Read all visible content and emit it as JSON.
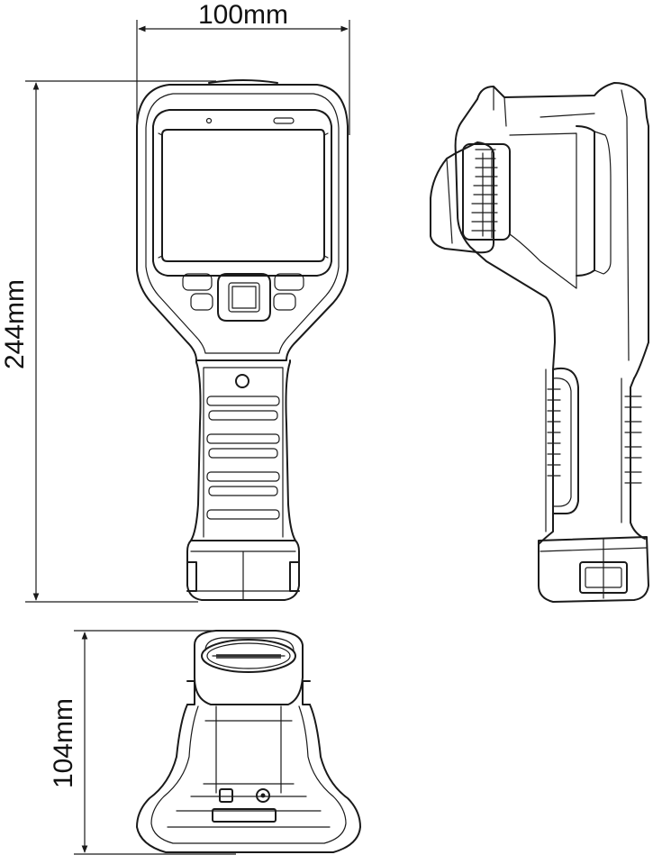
{
  "dimensions": {
    "width_label": "100mm",
    "height_label": "244mm",
    "depth_label": "104mm"
  },
  "colors": {
    "line": "#1a1a1a",
    "background": "#ffffff"
  }
}
